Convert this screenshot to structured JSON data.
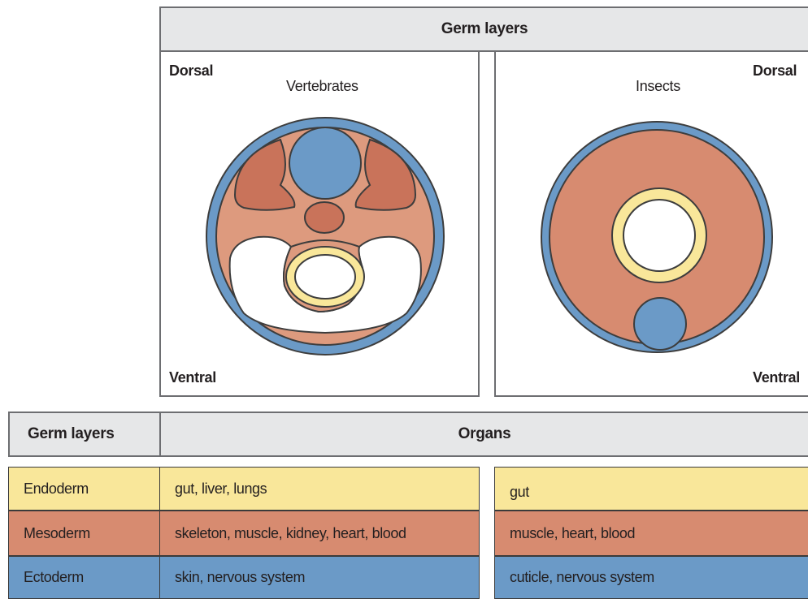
{
  "top": {
    "header": "Germ layers",
    "dorsal_label": "Dorsal",
    "ventral_label": "Ventral",
    "vertebrates_title": "Vertebrates",
    "insects_title": "Insects"
  },
  "table": {
    "col1_header": "Germ layers",
    "col2_header": "Organs",
    "rows": [
      {
        "layer": "Endoderm",
        "vertebrates": "gut, liver, lungs",
        "insects": "gut"
      },
      {
        "layer": "Mesoderm",
        "vertebrates": "skeleton, muscle, kidney, heart, blood",
        "insects": "muscle, heart, blood"
      },
      {
        "layer": "Ectoderm",
        "vertebrates": "skin, nervous system",
        "insects": "cuticle, nervous system"
      }
    ]
  },
  "colors": {
    "endoderm": "#f9e79a",
    "mesoderm": "#d78b70",
    "mesoderm_dark": "#c9735a",
    "ectoderm": "#6b9ac7",
    "header_bg": "#e6e7e8"
  }
}
